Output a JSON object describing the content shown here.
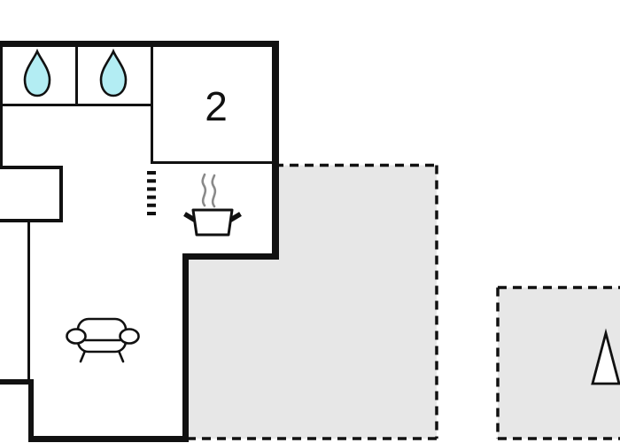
{
  "plan": {
    "type": "floor-plan",
    "labels": {
      "bedroom_count": "2"
    }
  },
  "colors": {
    "wall": "#111111",
    "terrace_fill": "#e7e7e7",
    "water_drop": "#b3edf3",
    "steam": "#8a8a8a",
    "background": "#ffffff"
  },
  "icons": [
    {
      "name": "water-drop-icon",
      "count": 2,
      "location": "top-left-rooms"
    },
    {
      "name": "cooking-pot-icon",
      "count": 1,
      "location": "kitchen"
    },
    {
      "name": "sofa-icon",
      "count": 1,
      "location": "living-room"
    },
    {
      "name": "door-opening-dashes",
      "count": 1,
      "location": "kitchen-entrance"
    },
    {
      "name": "triangle-icon",
      "count": 1,
      "location": "small-terrace"
    }
  ]
}
